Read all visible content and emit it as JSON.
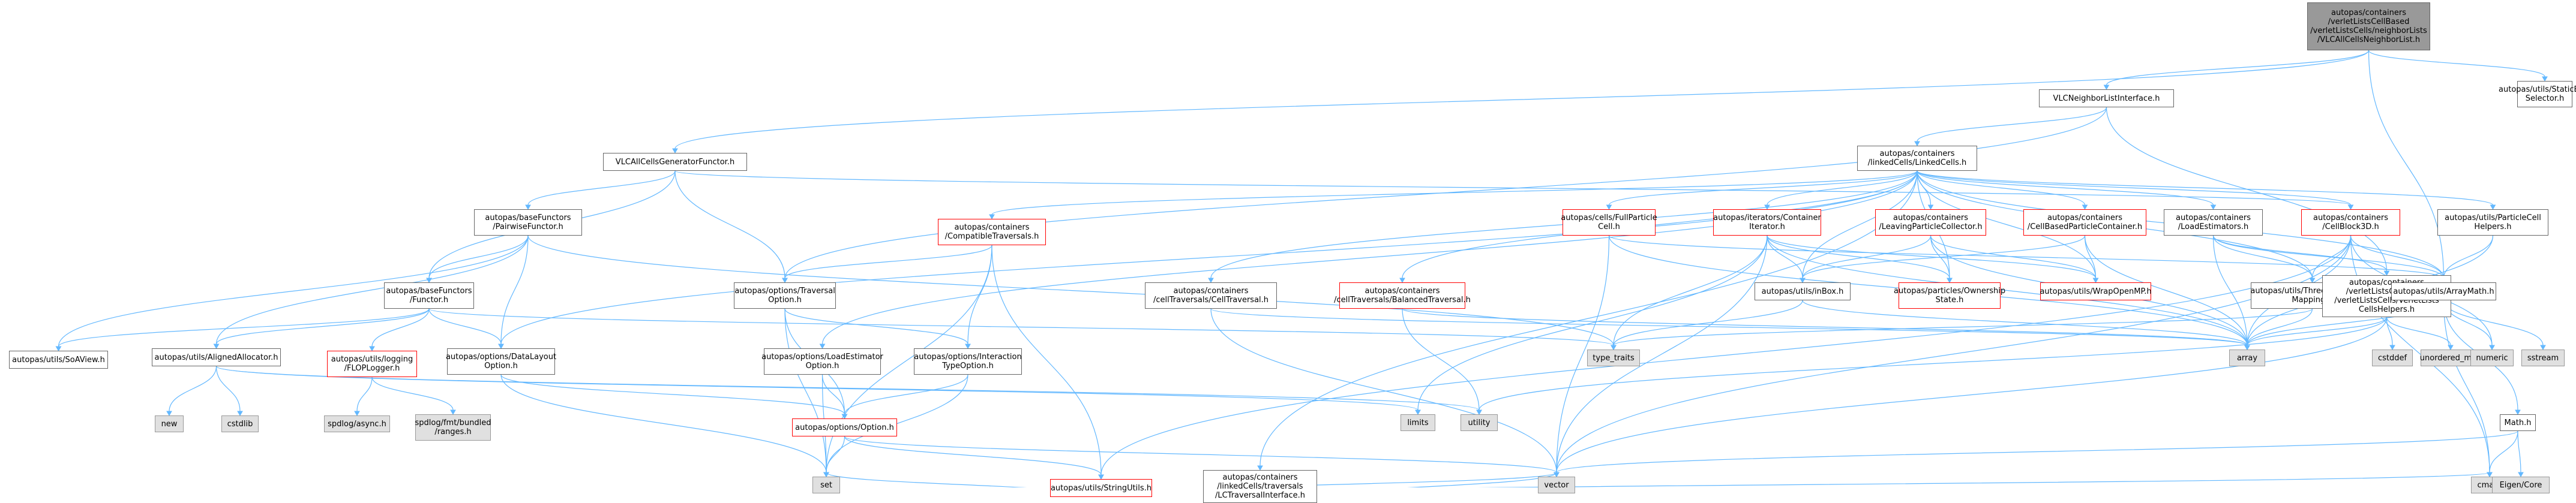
{
  "diagram": {
    "nodes": [
      {
        "id": "root",
        "label": "autopas/containers\n/verletListsCellBased\n/verletListsCells/neighborLists\n/VLCAllCellsNeighborList.h",
        "style": "root"
      },
      {
        "id": "vlcnli",
        "label": "VLCNeighborListInterface.h",
        "style": "normal"
      },
      {
        "id": "staticbool",
        "label": "autopas/utils/StaticBool\nSelector.h",
        "style": "normal"
      },
      {
        "id": "vlcacgf",
        "label": "VLCAllCellsGeneratorFunctor.h",
        "style": "normal"
      },
      {
        "id": "linkedcells",
        "label": "autopas/containers\n/linkedCells/LinkedCells.h",
        "style": "normal"
      },
      {
        "id": "pairwise",
        "label": "autopas/baseFunctors\n/PairwiseFunctor.h",
        "style": "normal"
      },
      {
        "id": "functor",
        "label": "autopas/baseFunctors\n/Functor.h",
        "style": "normal"
      },
      {
        "id": "compat",
        "label": "autopas/containers\n/CompatibleTraversals.h",
        "style": "red"
      },
      {
        "id": "traversalopt",
        "label": "autopas/options/Traversal\nOption.h",
        "style": "normal"
      },
      {
        "id": "celltrav",
        "label": "autopas/containers\n/cellTraversals/CellTraversal.h",
        "style": "normal"
      },
      {
        "id": "balanced",
        "label": "autopas/containers\n/cellTraversals/BalancedTraversal.h",
        "style": "red"
      },
      {
        "id": "fullparticle",
        "label": "autopas/cells/FullParticle\nCell.h",
        "style": "red"
      },
      {
        "id": "contiter",
        "label": "autopas/iterators/Container\nIterator.h",
        "style": "red"
      },
      {
        "id": "leaving",
        "label": "autopas/containers\n/LeavingParticleCollector.h",
        "style": "red"
      },
      {
        "id": "cellbased",
        "label": "autopas/containers\n/CellBasedParticleContainer.h",
        "style": "red"
      },
      {
        "id": "loadest",
        "label": "autopas/containers\n/LoadEstimators.h",
        "style": "normal"
      },
      {
        "id": "cellblock",
        "label": "autopas/containers\n/CellBlock3D.h",
        "style": "red"
      },
      {
        "id": "pcellhelpers",
        "label": "autopas/utils/ParticleCell\nHelpers.h",
        "style": "normal"
      },
      {
        "id": "inbox",
        "label": "autopas/utils/inBox.h",
        "style": "normal"
      },
      {
        "id": "ownership",
        "label": "autopas/particles/Ownership\nState.h",
        "style": "red"
      },
      {
        "id": "wrapomp",
        "label": "autopas/utils/WrapOpenMP.h",
        "style": "red"
      },
      {
        "id": "threedim",
        "label": "autopas/utils/ThreeDimensional\nMapping.h",
        "style": "normal"
      },
      {
        "id": "vlhelpers",
        "label": "autopas/containers\n/verletListsCellBased\n/verletListsCells/VerletLists\nCellsHelpers.h",
        "style": "normal"
      },
      {
        "id": "arraymath",
        "label": "autopas/utils/ArrayMath.h",
        "style": "normal"
      },
      {
        "id": "softcore",
        "label": "autopas/utils/SoAView.h",
        "style": "normal"
      },
      {
        "id": "aligned",
        "label": "autopas/utils/AlignedAllocator.h",
        "style": "normal"
      },
      {
        "id": "flop",
        "label": "autopas/utils/logging\n/FLOPLogger.h",
        "style": "red"
      },
      {
        "id": "datalayout",
        "label": "autopas/options/DataLayout\nOption.h",
        "style": "normal"
      },
      {
        "id": "loadestopt",
        "label": "autopas/options/LoadEstimator\nOption.h",
        "style": "normal"
      },
      {
        "id": "interaction",
        "label": "autopas/options/Interaction\nTypeOption.h",
        "style": "normal"
      },
      {
        "id": "option",
        "label": "autopas/options/Option.h",
        "style": "red"
      },
      {
        "id": "stringutils",
        "label": "autopas/utils/StringUtils.h",
        "style": "red"
      },
      {
        "id": "lctrav",
        "label": "autopas/containers\n/linkedCells/traversals\n/LCTraversalInterface.h",
        "style": "normal"
      },
      {
        "id": "typetraits",
        "label": "type_traits",
        "style": "gray"
      },
      {
        "id": "array",
        "label": "array",
        "style": "gray"
      },
      {
        "id": "cstddef",
        "label": "cstddef",
        "style": "gray"
      },
      {
        "id": "unorderedmap",
        "label": "unordered_map",
        "style": "gray"
      },
      {
        "id": "numeric",
        "label": "numeric",
        "style": "gray"
      },
      {
        "id": "sstream",
        "label": "sstream",
        "style": "gray"
      },
      {
        "id": "new",
        "label": "new",
        "style": "gray"
      },
      {
        "id": "cstdlib",
        "label": "cstdlib",
        "style": "gray"
      },
      {
        "id": "spdlogasync",
        "label": "spdlog/async.h",
        "style": "gray"
      },
      {
        "id": "spdlogfmt",
        "label": "spdlog/fmt/bundled\n/ranges.h",
        "style": "gray"
      },
      {
        "id": "limits",
        "label": "limits",
        "style": "gray"
      },
      {
        "id": "utility",
        "label": "utility",
        "style": "gray"
      },
      {
        "id": "set",
        "label": "set",
        "style": "gray"
      },
      {
        "id": "vector",
        "label": "vector",
        "style": "gray"
      },
      {
        "id": "cmath",
        "label": "cmath",
        "style": "gray"
      },
      {
        "id": "math",
        "label": "Math.h",
        "style": "normal"
      },
      {
        "id": "eigen",
        "label": "Eigen/Core",
        "style": "gray"
      }
    ],
    "edges": [
      [
        "root",
        "vlcnli"
      ],
      [
        "root",
        "staticbool"
      ],
      [
        "root",
        "vlcacgf"
      ],
      [
        "root",
        "arraymath"
      ],
      [
        "vlcnli",
        "linkedcells"
      ],
      [
        "vlcnli",
        "vlhelpers"
      ],
      [
        "vlcnli",
        "traversalopt"
      ],
      [
        "vlcacgf",
        "pairwise"
      ],
      [
        "vlcacgf",
        "functor"
      ],
      [
        "vlcacgf",
        "traversalopt"
      ],
      [
        "vlcacgf",
        "cellblock"
      ],
      [
        "linkedcells",
        "compat"
      ],
      [
        "linkedcells",
        "celltrav"
      ],
      [
        "linkedcells",
        "balanced"
      ],
      [
        "linkedcells",
        "fullparticle"
      ],
      [
        "linkedcells",
        "contiter"
      ],
      [
        "linkedcells",
        "leaving"
      ],
      [
        "linkedcells",
        "cellbased"
      ],
      [
        "linkedcells",
        "loadest"
      ],
      [
        "linkedcells",
        "cellblock"
      ],
      [
        "linkedcells",
        "pcellhelpers"
      ],
      [
        "linkedcells",
        "inbox"
      ],
      [
        "linkedcells",
        "wrapomp"
      ],
      [
        "linkedcells",
        "threedim"
      ],
      [
        "linkedcells",
        "arraymath"
      ],
      [
        "linkedcells",
        "datalayout"
      ],
      [
        "linkedcells",
        "loadestopt"
      ],
      [
        "linkedcells",
        "lctrav"
      ],
      [
        "linkedcells",
        "ownership"
      ],
      [
        "pairwise",
        "functor"
      ],
      [
        "pairwise",
        "softcore"
      ],
      [
        "pairwise",
        "aligned"
      ],
      [
        "pairwise",
        "datalayout"
      ],
      [
        "pairwise",
        "typetraits"
      ],
      [
        "functor",
        "softcore"
      ],
      [
        "functor",
        "aligned"
      ],
      [
        "functor",
        "flop"
      ],
      [
        "functor",
        "datalayout"
      ],
      [
        "functor",
        "typetraits"
      ],
      [
        "compat",
        "traversalopt"
      ],
      [
        "compat",
        "interaction"
      ],
      [
        "compat",
        "stringutils"
      ],
      [
        "compat",
        "set"
      ],
      [
        "traversalopt",
        "option"
      ],
      [
        "traversalopt",
        "interaction"
      ],
      [
        "traversalopt",
        "set"
      ],
      [
        "celltrav",
        "array"
      ],
      [
        "celltrav",
        "vector"
      ],
      [
        "balanced",
        "array"
      ],
      [
        "balanced",
        "utility"
      ],
      [
        "fullparticle",
        "array"
      ],
      [
        "fullparticle",
        "vector"
      ],
      [
        "fullparticle",
        "arraymath"
      ],
      [
        "contiter",
        "inbox"
      ],
      [
        "contiter",
        "array"
      ],
      [
        "contiter",
        "vector"
      ],
      [
        "contiter",
        "typetraits"
      ],
      [
        "contiter",
        "ownership"
      ],
      [
        "contiter",
        "wrapomp"
      ],
      [
        "contiter",
        "limits"
      ],
      [
        "leaving",
        "inbox"
      ],
      [
        "leaving",
        "ownership"
      ],
      [
        "leaving",
        "wrapomp"
      ],
      [
        "leaving",
        "array"
      ],
      [
        "cellbased",
        "inbox"
      ],
      [
        "cellbased",
        "wrapomp"
      ],
      [
        "cellbased",
        "array"
      ],
      [
        "loadest",
        "threedim"
      ],
      [
        "loadest",
        "vlhelpers"
      ],
      [
        "loadest",
        "array"
      ],
      [
        "loadest",
        "arraymath"
      ],
      [
        "cellblock",
        "arraymath"
      ],
      [
        "cellblock",
        "threedim"
      ],
      [
        "cellblock",
        "array"
      ],
      [
        "cellblock",
        "vector"
      ],
      [
        "cellblock",
        "cmath"
      ],
      [
        "cellblock",
        "numeric"
      ],
      [
        "cellblock",
        "stringutils"
      ],
      [
        "pcellhelpers",
        "arraymath"
      ],
      [
        "pcellhelpers",
        "array"
      ],
      [
        "inbox",
        "array"
      ],
      [
        "inbox",
        "typetraits"
      ],
      [
        "threedim",
        "array"
      ],
      [
        "threedim",
        "typetraits"
      ],
      [
        "vlhelpers",
        "array"
      ],
      [
        "vlhelpers",
        "cstddef"
      ],
      [
        "vlhelpers",
        "unorderedmap"
      ],
      [
        "vlhelpers",
        "utility"
      ],
      [
        "vlhelpers",
        "vector"
      ],
      [
        "arraymath",
        "array"
      ],
      [
        "arraymath",
        "cmath"
      ],
      [
        "arraymath",
        "numeric"
      ],
      [
        "arraymath",
        "sstream"
      ],
      [
        "arraymath",
        "math"
      ],
      [
        "aligned",
        "new"
      ],
      [
        "aligned",
        "cstdlib"
      ],
      [
        "aligned",
        "limits"
      ],
      [
        "aligned",
        "utility"
      ],
      [
        "flop",
        "spdlogasync"
      ],
      [
        "flop",
        "spdlogfmt"
      ],
      [
        "datalayout",
        "option"
      ],
      [
        "datalayout",
        "set"
      ],
      [
        "loadestopt",
        "option"
      ],
      [
        "loadestopt",
        "set"
      ],
      [
        "interaction",
        "option"
      ],
      [
        "interaction",
        "set"
      ],
      [
        "option",
        "stringutils"
      ],
      [
        "option",
        "set"
      ],
      [
        "option",
        "vector"
      ],
      [
        "stringutils",
        "set"
      ],
      [
        "stringutils",
        "vector"
      ],
      [
        "stringutils",
        "cmath"
      ],
      [
        "lctrav",
        "vector"
      ],
      [
        "math",
        "cmath"
      ],
      [
        "math",
        "eigen"
      ],
      [
        "math",
        "vector"
      ]
    ]
  }
}
